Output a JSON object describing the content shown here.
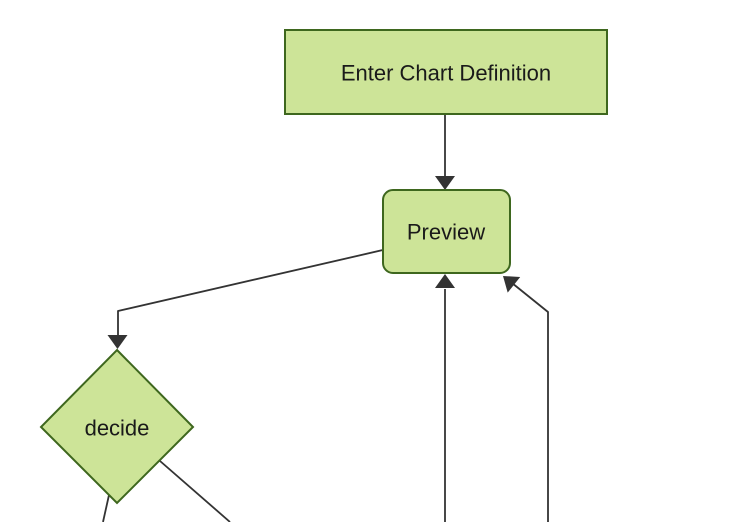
{
  "diagram": {
    "type": "flowchart",
    "direction": "top-down",
    "nodes": {
      "enter_chart_definition": {
        "label": "Enter Chart Definition",
        "shape": "rectangle"
      },
      "preview": {
        "label": "Preview",
        "shape": "rounded-rectangle"
      },
      "decide": {
        "label": "decide",
        "shape": "diamond"
      }
    },
    "edges": [
      {
        "from": "enter_chart_definition",
        "to": "preview",
        "arrow": true
      },
      {
        "from": "preview",
        "to": "decide",
        "arrow": true
      },
      {
        "from": "decide",
        "to": "offscreen-bottom-left",
        "arrow": false
      },
      {
        "from": "decide",
        "to": "offscreen-bottom-right",
        "arrow": false
      },
      {
        "from": "offscreen-bottom-center",
        "to": "preview",
        "arrow": true
      },
      {
        "from": "offscreen-bottom-right",
        "to": "preview",
        "arrow": true
      }
    ]
  },
  "colors": {
    "background": "#ffffff",
    "node_fill": "#cde498",
    "node_border": "#3e671e",
    "edge": "#333333",
    "label": "#1a1a1a"
  }
}
